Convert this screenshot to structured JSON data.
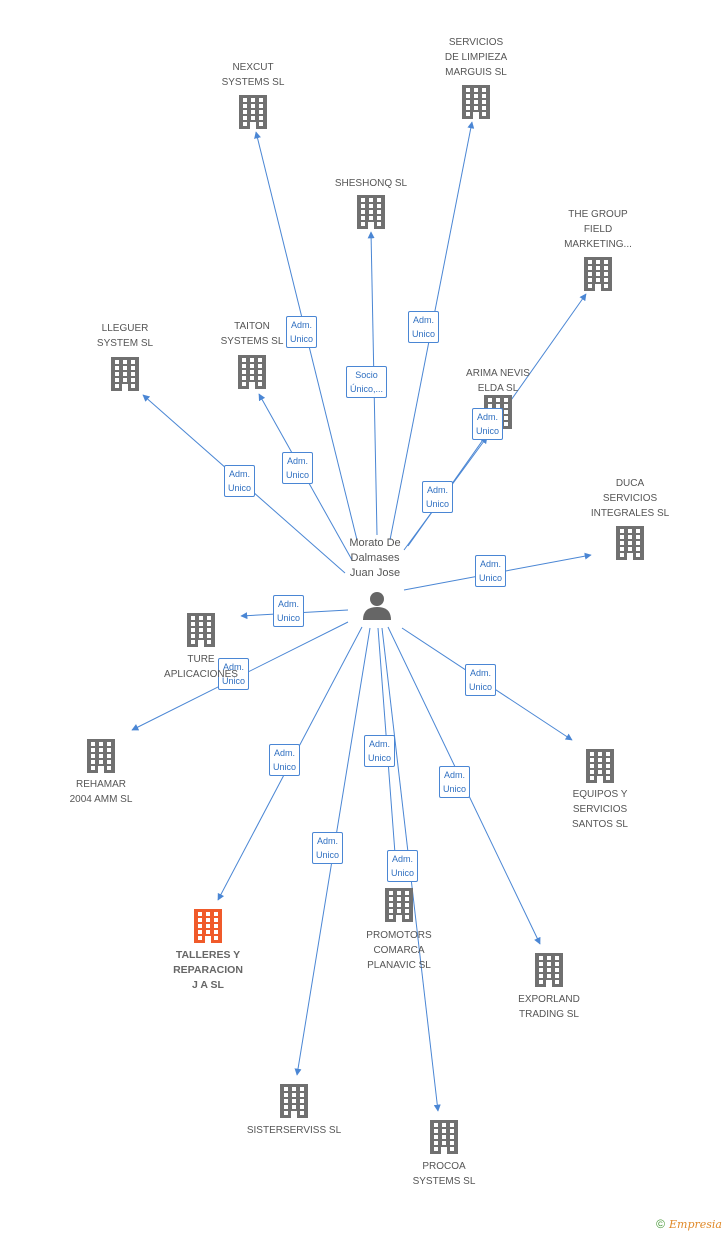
{
  "center": {
    "label": "Morato De\nDalmases\nJuan Jose",
    "icon": "person-icon"
  },
  "colors": {
    "edge": "#4a86d4",
    "building": "#707070",
    "highlight": "#f05a2a"
  },
  "nodes": [
    {
      "id": "nexcut",
      "label": "NEXCUT\nSYSTEMS SL",
      "highlight": false,
      "icon": "building-icon"
    },
    {
      "id": "limpieza",
      "label": "SERVICIOS\nDE LIMPIEZA\nMARGUIS SL",
      "highlight": false,
      "icon": "building-icon"
    },
    {
      "id": "sheshonq",
      "label": "SHESHONQ SL",
      "highlight": false,
      "icon": "building-icon"
    },
    {
      "id": "groupfield",
      "label": "THE GROUP\nFIELD\nMARKETING...",
      "highlight": false,
      "icon": "building-icon"
    },
    {
      "id": "lleguer",
      "label": "LLEGUER\nSYSTEM SL",
      "highlight": false,
      "icon": "building-icon"
    },
    {
      "id": "taiton",
      "label": "TAITON\nSYSTEMS SL",
      "highlight": false,
      "icon": "building-icon"
    },
    {
      "id": "arima",
      "label": "ARIMA NEVIS\nELDA SL",
      "highlight": false,
      "icon": "building-icon"
    },
    {
      "id": "duca",
      "label": "DUCA\nSERVICIOS\nINTEGRALES SL",
      "highlight": false,
      "icon": "building-icon"
    },
    {
      "id": "ture",
      "label": "TURE\nAPLICACIONES",
      "highlight": false,
      "icon": "building-icon"
    },
    {
      "id": "rehamar",
      "label": "REHAMAR\n2004 AMM SL",
      "highlight": false,
      "icon": "building-icon"
    },
    {
      "id": "equipos",
      "label": "EQUIPOS Y\nSERVICIOS\nSANTOS SL",
      "highlight": false,
      "icon": "building-icon"
    },
    {
      "id": "talleres",
      "label": "TALLERES Y\nREPARACION\nJ A SL",
      "highlight": true,
      "icon": "building-icon"
    },
    {
      "id": "promotors",
      "label": "PROMOTORS\nCOMARCA\nPLANAVIC SL",
      "highlight": false,
      "icon": "building-icon"
    },
    {
      "id": "exporland",
      "label": "EXPORLAND\nTRADING SL",
      "highlight": false,
      "icon": "building-icon"
    },
    {
      "id": "sisterserviss",
      "label": "SISTERSERVISS SL",
      "highlight": false,
      "icon": "building-icon"
    },
    {
      "id": "procoa",
      "label": "PROCOA\nSYSTEMS SL",
      "highlight": false,
      "icon": "building-icon"
    }
  ],
  "edges": [
    {
      "to": "nexcut",
      "label": "Adm.\nUnico"
    },
    {
      "to": "limpieza",
      "label": "Adm.\nUnico"
    },
    {
      "to": "sheshonq",
      "label": "Socio\nÚnico,..."
    },
    {
      "to": "groupfield",
      "label": "Adm.\nUnico"
    },
    {
      "to": "lleguer",
      "label": "Adm.\nUnico"
    },
    {
      "to": "taiton",
      "label": "Adm.\nUnico"
    },
    {
      "to": "arima",
      "label": "Adm.\nUnico"
    },
    {
      "to": "duca",
      "label": "Adm.\nUnico"
    },
    {
      "to": "ture",
      "label": "Adm.\nUnico"
    },
    {
      "to": "rehamar",
      "label": "Adm.\nUnico"
    },
    {
      "to": "equipos",
      "label": "Adm.\nUnico"
    },
    {
      "to": "talleres",
      "label": "Adm.\nUnico"
    },
    {
      "to": "promotors",
      "label": "Adm.\nUnico"
    },
    {
      "to": "exporland",
      "label": "Adm.\nUnico"
    },
    {
      "to": "sisterserviss",
      "label": "Adm.\nUnico"
    },
    {
      "to": "procoa",
      "label": "Adm.\nUnico"
    }
  ],
  "footer": {
    "copyright": "©",
    "brand": "Empresia"
  }
}
